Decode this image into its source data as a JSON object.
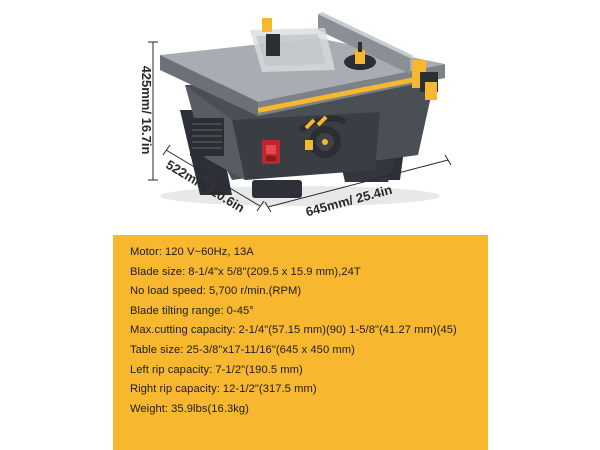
{
  "dimensions": {
    "height": "425mm/ 16.7in",
    "depth": "522mm/ 20.6in",
    "width": "645mm/ 25.4in"
  },
  "colors": {
    "accent": "#f7b72e",
    "table_top": "#a9adb3",
    "body": "#4a4e55",
    "dark": "#2d3036",
    "switch": "#c0272d"
  },
  "icons": [
    "table-saw-image",
    "height-arrow-icon",
    "depth-arrow-icon",
    "width-arrow-icon"
  ],
  "specs": [
    {
      "label": "Motor:",
      "value": "120 V~60Hz, 13A"
    },
    {
      "label": "Blade size:",
      "value": "8-1/4\"x 5/8\"(209.5 x 15.9 mm),24T"
    },
    {
      "label": "No load speed:",
      "value": "5,700 r/min.(RPM)"
    },
    {
      "label": "Blade tilting range:",
      "value": "0-45°"
    },
    {
      "label": "Max.cutting capacity:",
      "value": "2-1/4\"(57.15 mm)(90) 1-5/8\"(41.27 mm)(45)"
    },
    {
      "label": "Table size:",
      "value": "25-3/8\"x17-11/16\"(645 x 450 mm)"
    },
    {
      "label": "Left rip capacity:",
      "value": "7-1/2\"(190.5 mm)"
    },
    {
      "label": "Right rip capacity:",
      "value": "12-1/2\"(317.5 mm)"
    },
    {
      "label": "Weight:",
      "value": "35.9lbs(16.3kg)"
    }
  ]
}
